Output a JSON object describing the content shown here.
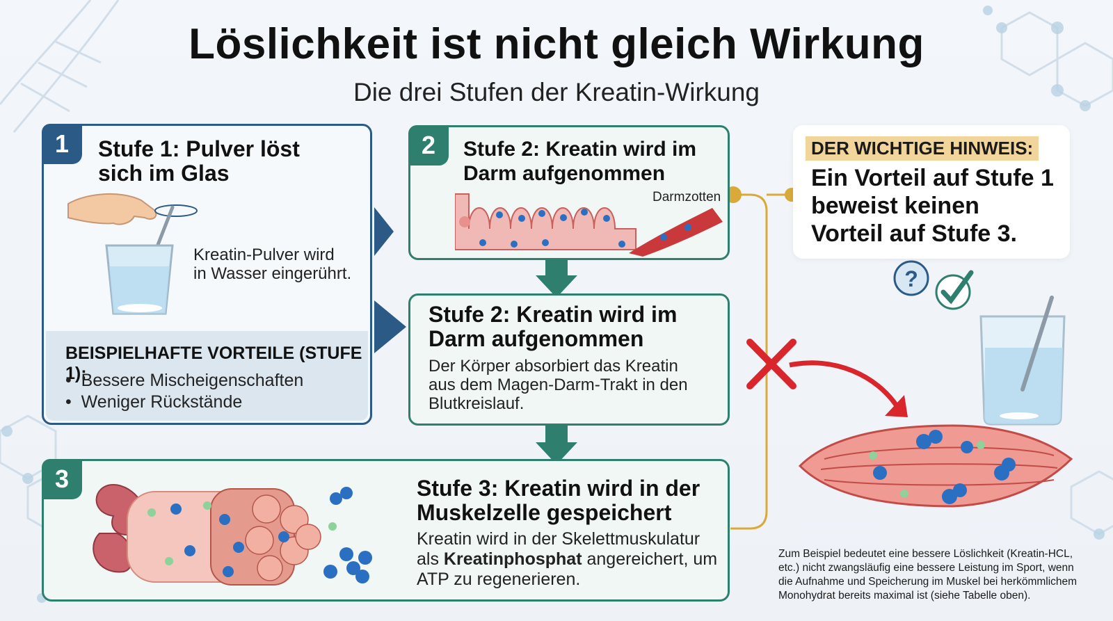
{
  "header": {
    "title": "Löslichkeit ist nicht gleich Wirkung",
    "subtitle": "Die drei Stufen der Kreatin-Wirkung"
  },
  "stage1": {
    "number": "1",
    "title_line1": "Stufe 1: Pulver löst",
    "title_line2": "sich im Glas",
    "text_line1": "Kreatin-Pulver wird",
    "text_line2": "in Wasser eingerührt.",
    "benefits_title": "BEISPIELHAFTE VORTEILE (STUFE 1):",
    "benefits": [
      "Bessere Mischeigenschaften",
      "Weniger Rückstände"
    ]
  },
  "stage2a": {
    "number": "2",
    "title_line1": "Stufe 2: Kreatin wird im",
    "title_line2": "Darm aufgenommen",
    "label": "Darmzotten"
  },
  "stage2b": {
    "title_line1": "Stufe 2: Kreatin wird im",
    "title_line2": "Darm aufgenommen",
    "text_line1": "Der Körper absorbiert das Kreatin",
    "text_line2": "aus dem Magen-Darm-Trakt in den",
    "text_line3": "Blutkreislauf."
  },
  "stage3": {
    "number": "3",
    "title_line1": "Stufe 3: Kreatin wird in der",
    "title_line2": "Muskelzelle gespeichert",
    "text_line1": "Kreatin wird in der Skelettmuskulatur",
    "text_line2_bold": "Kreatinphosphat",
    "text_line2_pre": "als ",
    "text_line2_post": " angereichert, um",
    "text_line3": "ATP zu regenerieren."
  },
  "hint": {
    "label": "DER WICHTIGE HINWEIS:",
    "line1": "Ein Vorteil auf Stufe 1",
    "line2": "beweist keinen",
    "line3": "Vorteil auf Stufe 3."
  },
  "footnote": {
    "line1": "Zum Beispiel bedeutet eine bessere Löslichkeit (Kreatin-HCL,",
    "line2": "etc.) nicht zwangsläufig eine bessere Leistung im Sport, wenn",
    "line3": "die Aufnahme und Speicherung im Muskel bei herkömmlichem",
    "line4": "Monohydrat bereits maximal ist (siehe Tabelle oben)."
  },
  "colors": {
    "blue": "#2c5a86",
    "green": "#2f7f6e",
    "gold": "#d9a93a",
    "red": "#d8262c",
    "molecule": "#2a6fc2"
  }
}
